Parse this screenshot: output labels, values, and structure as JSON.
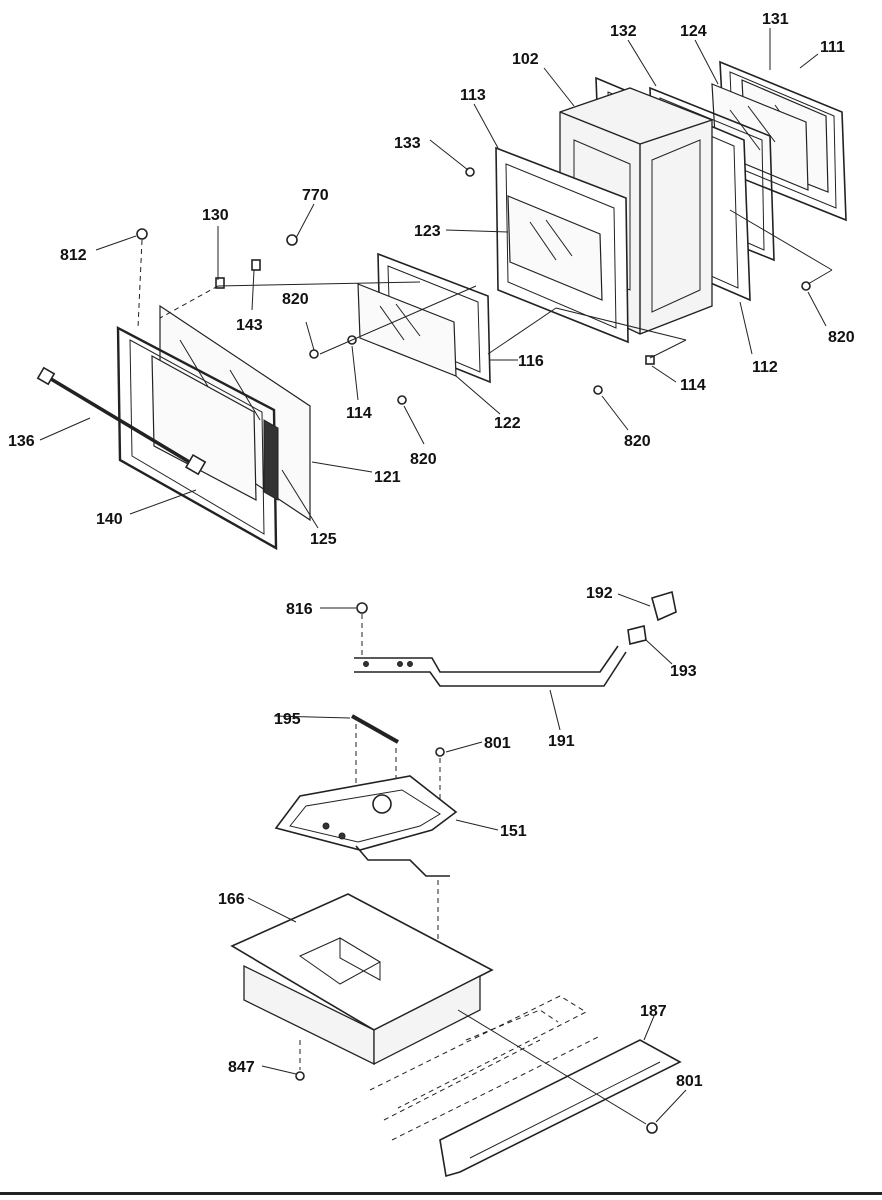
{
  "diagram": {
    "labels": {
      "l111": "111",
      "l131": "131",
      "l124": "124",
      "l132": "132",
      "l102": "102",
      "l113": "113",
      "l133": "133",
      "l123": "123",
      "l770": "770",
      "l130": "130",
      "l812": "812",
      "l820a": "820",
      "l143": "143",
      "l820b": "820",
      "l112": "112",
      "l116": "116",
      "l114a": "114",
      "l114b": "114",
      "l122": "122",
      "l820c": "820",
      "l820d": "820",
      "l136": "136",
      "l121": "121",
      "l140": "140",
      "l125": "125",
      "l192": "192",
      "l816": "816",
      "l193": "193",
      "l191": "191",
      "l195": "195",
      "l801a": "801",
      "l151": "151",
      "l166": "166",
      "l187": "187",
      "l801b": "801",
      "l847": "847"
    }
  }
}
